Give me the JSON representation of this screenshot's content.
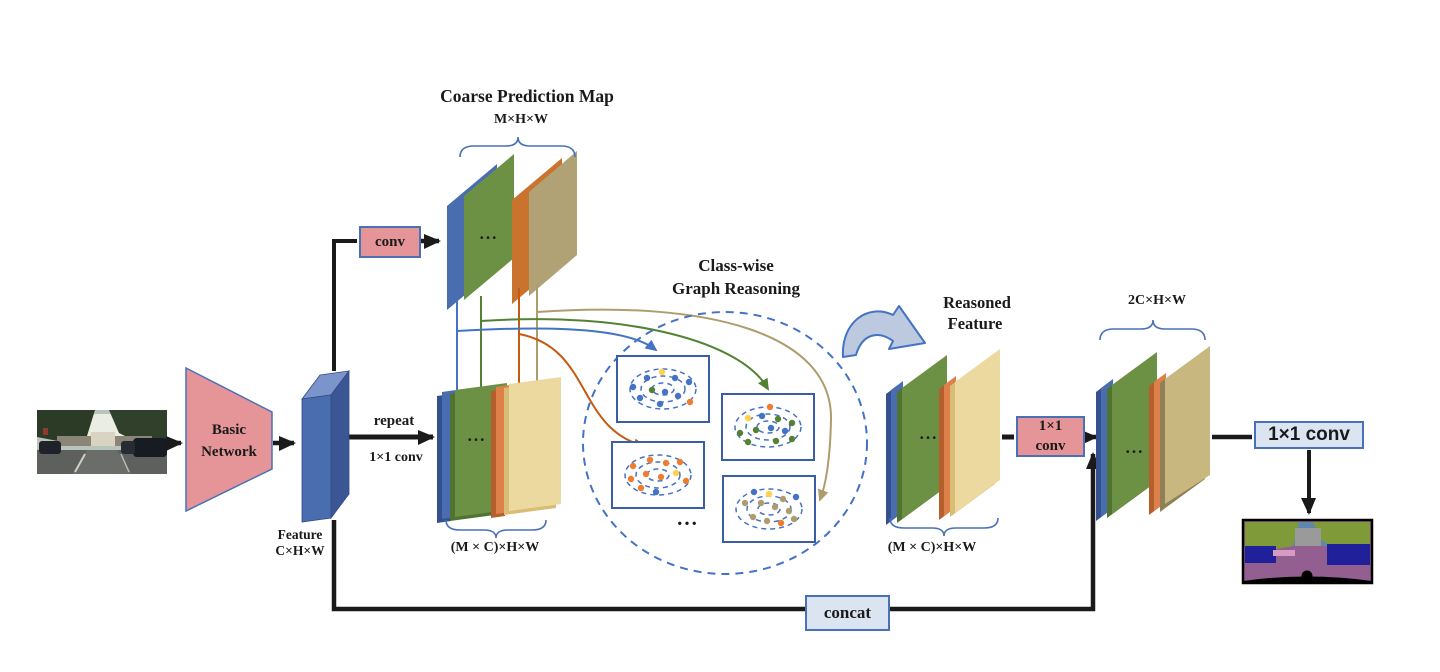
{
  "colors": {
    "ink": "#1a1a1a",
    "blue_border": "#4a70b8",
    "salmon_fill": "#e59598",
    "lightblue_fill": "#dbe5f2",
    "card_blue": "#4a6db0",
    "card_green": "#6d9144",
    "card_orange": "#dd8049",
    "card_tan": "#b0a274",
    "card_yellow": "#ecd9a0",
    "curve_blue": "#4472c4",
    "curve_green": "#548235",
    "curve_orange": "#c55a11",
    "curve_tan": "#ad9d6e",
    "dots": {
      "blue": "#4472c4",
      "green": "#548235",
      "orange": "#ed7d31",
      "yellow": "#ffd24d",
      "tan": "#ad9d6e"
    }
  },
  "labels": {
    "coarse_title": "Coarse Prediction Map",
    "coarse_dims": "M×H×W",
    "conv": "conv",
    "repeat": "repeat",
    "repeat_sub": "1×1 conv",
    "basic_line1": "Basic",
    "basic_line2": "Network",
    "feature_line1": "Feature",
    "feature_line2": "C×H×W",
    "mc_dims_left": "(M × C)×H×W",
    "graph_title_line1": "Class-wise",
    "graph_title_line2": "Graph Reasoning",
    "reasoned_line1": "Reasoned",
    "reasoned_line2": "Feature",
    "mc_dims_right": "(M × C)×H×W",
    "conv1x1_line1": "1×1",
    "conv1x1_line2": "conv",
    "dims_2c": "2C×H×W",
    "conv1x1_out": "1×1 conv",
    "concat": "concat",
    "ellipsis": "..."
  },
  "graph_boxes": [
    {
      "name": "class-graph-blue",
      "dots": [
        [
          -30,
          -2,
          "blue"
        ],
        [
          -16,
          -11,
          "blue"
        ],
        [
          -1,
          -17,
          "yellow"
        ],
        [
          12,
          -11,
          "blue"
        ],
        [
          26,
          -7,
          "blue"
        ],
        [
          -23,
          9,
          "blue"
        ],
        [
          -11,
          1,
          "green"
        ],
        [
          2,
          3,
          "blue"
        ],
        [
          15,
          7,
          "blue"
        ],
        [
          27,
          13,
          "orange"
        ],
        [
          -3,
          15,
          "blue"
        ]
      ]
    },
    {
      "name": "class-graph-green",
      "dots": [
        [
          2,
          -20,
          "orange"
        ],
        [
          -20,
          -9,
          "yellow"
        ],
        [
          -6,
          -11,
          "blue"
        ],
        [
          10,
          -8,
          "green"
        ],
        [
          24,
          -4,
          "green"
        ],
        [
          -28,
          6,
          "green"
        ],
        [
          -12,
          3,
          "green"
        ],
        [
          3,
          1,
          "blue"
        ],
        [
          17,
          4,
          "blue"
        ],
        [
          -20,
          15,
          "green"
        ],
        [
          8,
          14,
          "green"
        ],
        [
          24,
          12,
          "green"
        ]
      ]
    },
    {
      "name": "class-graph-orange",
      "dots": [
        [
          -25,
          -9,
          "orange"
        ],
        [
          -8,
          -15,
          "orange"
        ],
        [
          8,
          -12,
          "orange"
        ],
        [
          22,
          -13,
          "orange"
        ],
        [
          -27,
          4,
          "orange"
        ],
        [
          -12,
          -1,
          "orange"
        ],
        [
          3,
          2,
          "orange"
        ],
        [
          18,
          -2,
          "yellow"
        ],
        [
          28,
          6,
          "orange"
        ],
        [
          -17,
          13,
          "orange"
        ],
        [
          -2,
          17,
          "blue"
        ]
      ]
    },
    {
      "name": "class-graph-tan",
      "dots": [
        [
          -15,
          -17,
          "blue"
        ],
        [
          0,
          -15,
          "yellow"
        ],
        [
          14,
          -10,
          "tan"
        ],
        [
          27,
          -12,
          "blue"
        ],
        [
          -24,
          -6,
          "tan"
        ],
        [
          -8,
          -6,
          "tan"
        ],
        [
          6,
          -2,
          "tan"
        ],
        [
          20,
          2,
          "tan"
        ],
        [
          -16,
          8,
          "tan"
        ],
        [
          -2,
          12,
          "tan"
        ],
        [
          12,
          14,
          "orange"
        ],
        [
          25,
          10,
          "tan"
        ]
      ]
    }
  ]
}
